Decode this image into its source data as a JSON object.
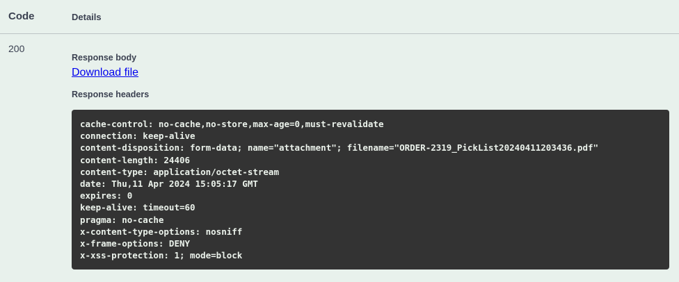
{
  "response_table": {
    "column_headers": {
      "code": "Code",
      "details": "Details"
    },
    "row": {
      "status_code": "200",
      "response_body_label": "Response body",
      "download_link_label": "Download file",
      "response_headers_label": "Response headers",
      "response_headers": [
        "cache-control: no-cache,no-store,max-age=0,must-revalidate",
        "connection: keep-alive",
        "content-disposition: form-data; name=\"attachment\"; filename=\"ORDER-2319_PickList20240411203436.pdf\"",
        "content-length: 24406",
        "content-type: application/octet-stream",
        "date: Thu,11 Apr 2024 15:05:17 GMT",
        "expires: 0",
        "keep-alive: timeout=60",
        "pragma: no-cache",
        "x-content-type-options: nosniff",
        "x-frame-options: DENY",
        "x-xss-protection: 1; mode=block"
      ]
    }
  },
  "colors": {
    "background": "#e8f1ec",
    "text": "#3b4151",
    "link": "#0000ee",
    "code_block_background": "#333333",
    "code_block_text": "#ebf2eb"
  }
}
